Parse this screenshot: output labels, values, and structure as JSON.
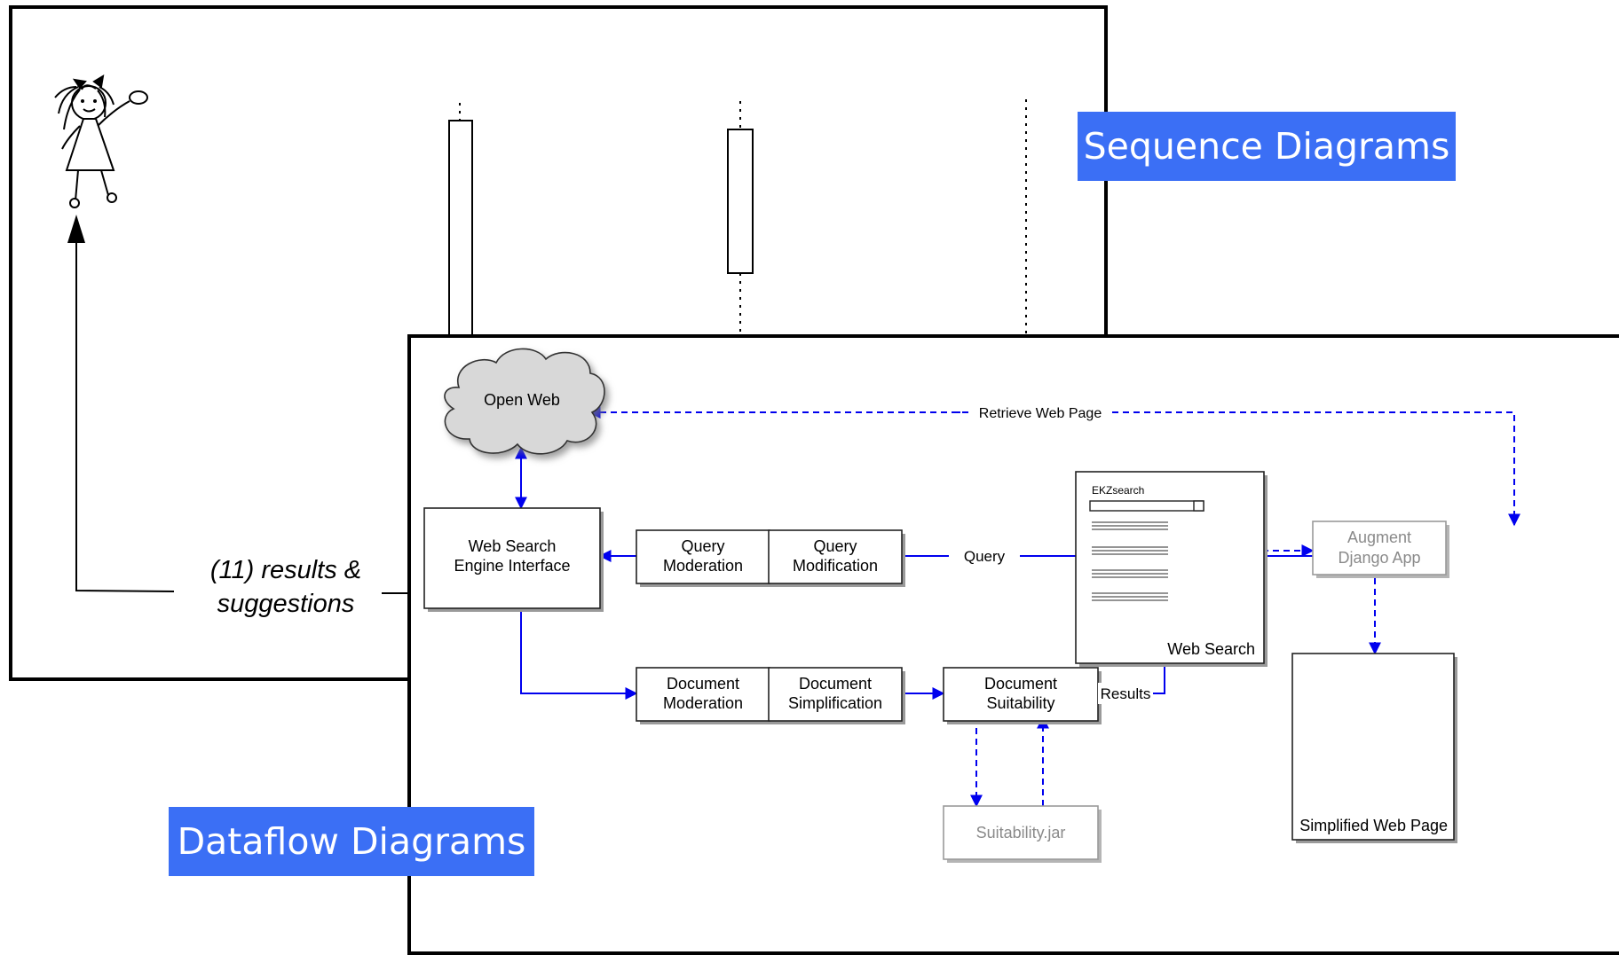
{
  "sequence": {
    "title": "Sequence Diagrams",
    "message": [
      "(11) results &",
      "suggestions"
    ]
  },
  "dataflow": {
    "title": "Dataflow Diagrams",
    "nodes": {
      "open_web": [
        "Open Web"
      ],
      "web_search_engine": [
        "Web Search",
        "Engine Interface"
      ],
      "query_moderation": [
        "Query",
        "Moderation"
      ],
      "query_modification": [
        "Query",
        "Modification"
      ],
      "document_moderation": [
        "Document",
        "Moderation"
      ],
      "document_simplification": [
        "Document",
        "Simplification"
      ],
      "document_suitability": [
        "Document",
        "Suitability"
      ],
      "augment_django": [
        "Augment",
        "Django App"
      ],
      "suitability_jar": [
        "Suitability.jar"
      ],
      "web_search_page": {
        "brand": "EKZsearch",
        "caption": "Web Search"
      },
      "simplified_page": {
        "caption": "Simplified Web Page"
      }
    },
    "edge_labels": {
      "retrieve": "Retrieve Web Page",
      "query": "Query",
      "results": "Results"
    }
  },
  "colors": {
    "badge": "#3b6ff5",
    "flow": "#0000ee",
    "frame": "#000000",
    "muted_box": "#9a9a9a"
  }
}
